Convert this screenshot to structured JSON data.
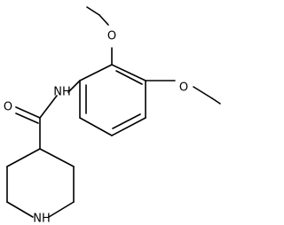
{
  "diagram": {
    "atoms": {
      "amide_nitrogen": "NH",
      "carbonyl_oxygen": "O",
      "methoxy_oxygen_ortho": "O",
      "methoxy_oxygen_para": "O",
      "ring_nitrogen": "NH"
    }
  }
}
